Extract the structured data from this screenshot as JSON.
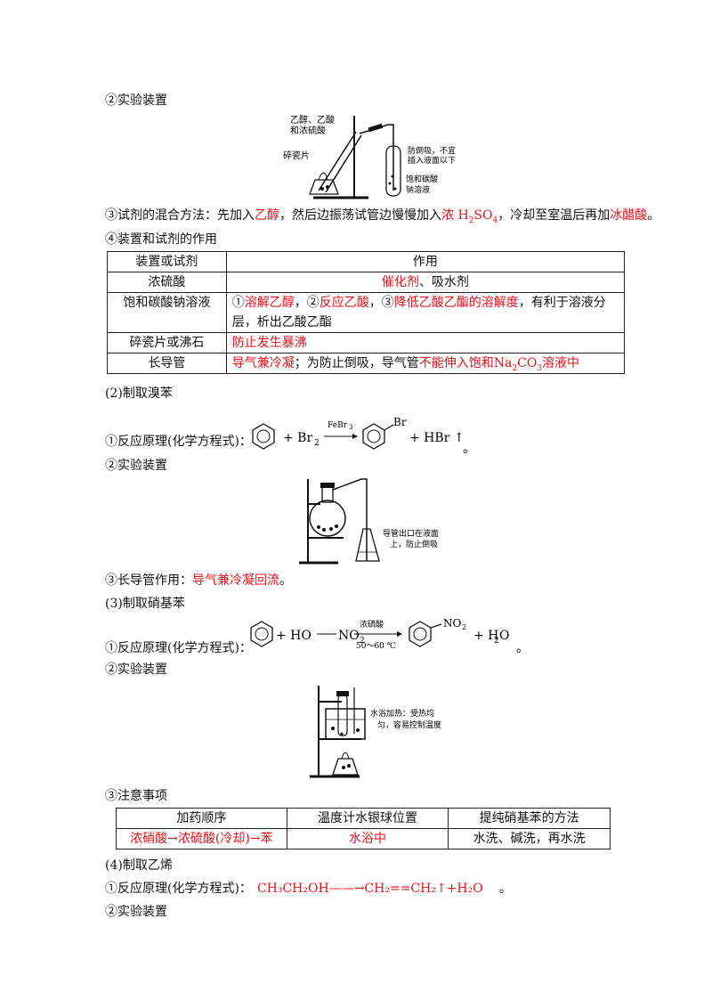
{
  "s1": {
    "device_heading": "②实验装置",
    "fig1": {
      "label_reagents_l1": "乙醇、乙酸",
      "label_reagents_l2": "和浓硫酸",
      "label_chips": "碎瓷片",
      "label_note_l1": "防倒吸，不宜",
      "label_note_l2": "插入液面以下",
      "label_sol_l1": "饱和碳酸",
      "label_sol_l2": "钠溶液"
    },
    "mix_prefix": "③试剂的混合方法：先加入",
    "mix_ethanol": "乙醇",
    "mix_mid": "，然后边振荡试管边慢慢加入",
    "mix_conc": "浓",
    "mix_h2so": "H",
    "mix_2": "2",
    "mix_so": "SO",
    "mix_4": "4",
    "mix_after": "，冷却至室温后再加",
    "mix_acetic": "冰醋酸",
    "mix_end": "。",
    "roles_heading": "④装置和试剂的作用",
    "table": {
      "h1": "装置或试剂",
      "h2": "作用",
      "r1_name": "浓硫酸",
      "r1_red": "催化剂",
      "r1_rest": "、吸水剂",
      "r2_name": "饱和碳酸钠溶液",
      "r2_a1": "①",
      "r2_a2": "溶解乙醇",
      "r2_a3": "，②",
      "r2_a4": "反应乙酸",
      "r2_a5": "，③",
      "r2_a6": "降低乙酸乙酯的溶解度",
      "r2_a7": "，有利于溶液分",
      "r2_b": "层，析出乙酸乙酯",
      "r3_name": "碎瓷片或沸石",
      "r3_red": "防止发生暴沸",
      "r4_name": "长导管",
      "r4_red1": "导气兼冷凝",
      "r4_mid": "；为防止倒吸，导气管",
      "r4_red2": "不能伸入饱和",
      "r4_na": "Na",
      "r4_2": "2",
      "r4_co": "CO",
      "r4_3": "3",
      "r4_red3": "溶液中"
    }
  },
  "s2": {
    "title": "(2)制取溴苯",
    "principle": "①反应原理(化学方程式)：",
    "eq_br2": "+ Br",
    "eq_br2_sub": "2",
    "eq_cat": "FeBr",
    "eq_cat_sub": "3",
    "eq_br": "Br",
    "eq_hbr": "+ HBr ↑",
    "period": "。",
    "device_heading": "②实验装置",
    "fig_note_l1": "导管出口在液面",
    "fig_note_l2": "上，防止倒吸",
    "tube_prefix": "③长导管作用：",
    "tube_red": "导气兼冷凝回流",
    "tube_end": "。"
  },
  "s3": {
    "title": "(3)制取硝基苯",
    "principle": "①反应原理(化学方程式)：",
    "eq_reagent": "+ HO",
    "eq_no2": "NO",
    "eq_no2_sub": "2",
    "eq_cat": "浓硫酸",
    "eq_temp": "50～60 ℃",
    "eq_prod_no2": "NO",
    "eq_prod_sub": "2",
    "eq_water": "+ H",
    "eq_water_sub": "2",
    "eq_water_o": "O",
    "period": "。",
    "device_heading": "②实验装置",
    "fig_note_l1": "水浴加热：受热均",
    "fig_note_l2": "匀，容易控制温度",
    "notes_heading": "③注意事项",
    "table": {
      "h1": "加药顺序",
      "h2": "温度计水银球位置",
      "h3": "提纯硝基苯的方法",
      "v1": "浓硝酸→浓硫酸(冷却)→苯",
      "v2": "水浴中",
      "v3": "水洗、碱洗，再水洗"
    }
  },
  "s4": {
    "title": "(4)制取乙烯",
    "principle": "①反应原理(化学方程式)：",
    "eq": "CH₃CH₂OH——→CH₂==CH₂↑+H₂O",
    "period": "。",
    "device_heading": "②实验装置"
  }
}
